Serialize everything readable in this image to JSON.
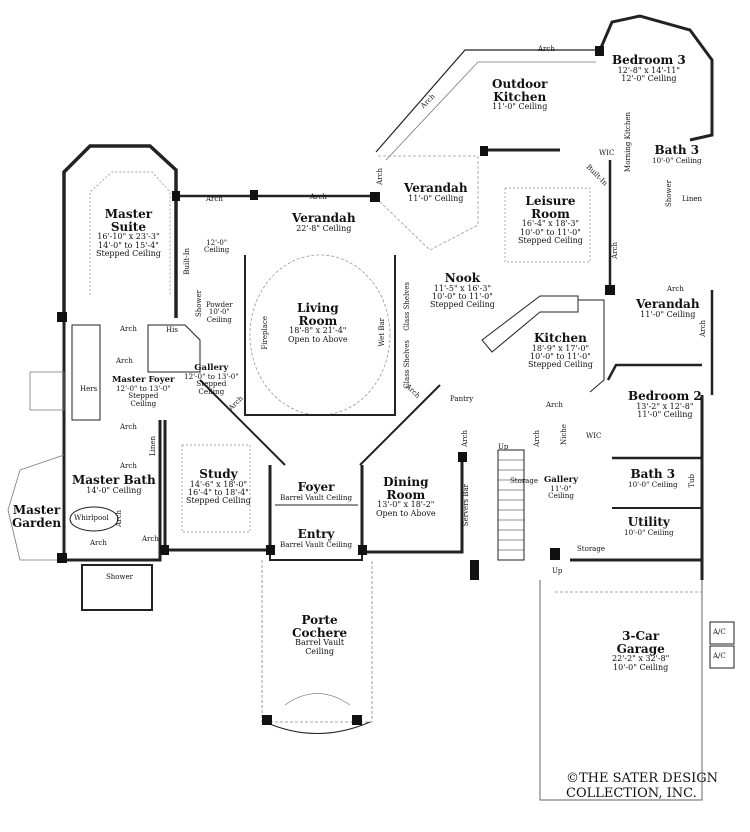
{
  "rooms": {
    "bedroom3": {
      "name": "Bedroom 3",
      "dims": "12'-8\" x 14'-11\"",
      "ceil": "12'-0\" Ceiling"
    },
    "outdoor_kitchen": {
      "name1": "Outdoor",
      "name2": "Kitchen",
      "ceil": "11'-0\" Ceiling"
    },
    "bath3_upper": {
      "name": "Bath 3",
      "ceil": "10'-0\" Ceiling"
    },
    "master_suite": {
      "name1": "Master",
      "name2": "Suite",
      "dims": "16'-10\" x 23'-3\"",
      "ceil1": "14'-0\" to 15'-4\"",
      "ceil2": "Stepped Ceiling"
    },
    "verandah_top": {
      "name": "Verandah",
      "ceil": "11'-0\" Ceiling"
    },
    "verandah_main": {
      "name": "Verandah",
      "ceil": "22'-8\" Ceiling"
    },
    "leisure_room": {
      "name1": "Leisure",
      "name2": "Room",
      "dims": "16'-4\" x 18'-3\"",
      "ceil1": "10'-0\" to 11'-0\"",
      "ceil2": "Stepped Ceiling"
    },
    "nook": {
      "name": "Nook",
      "dims": "11'-5\" x 16'-3\"",
      "ceil1": "10'-0\" to 11'-0\"",
      "ceil2": "Stepped Ceiling"
    },
    "living_room": {
      "name1": "Living",
      "name2": "Room",
      "dims": "18'-8\" x 21'-4\"",
      "ceil": "Open to Above"
    },
    "kitchen": {
      "name": "Kitchen",
      "dims": "18'-9\" x 17'-0\"",
      "ceil1": "10'-0\" to 11'-0\"",
      "ceil2": "Stepped Ceiling"
    },
    "verandah_right": {
      "name": "Verandah",
      "ceil": "11'-0\" Ceiling"
    },
    "bedroom2": {
      "name": "Bedroom 2",
      "dims": "13'-2\" x 12'-8\"",
      "ceil": "11'-0\" Ceiling"
    },
    "master_foyer": {
      "name": "Master Foyer",
      "ceil1": "12'-0\" to 13'-0\"",
      "ceil2": "Stepped",
      "ceil3": "Ceiling"
    },
    "gallery_left": {
      "name": "Gallery",
      "ceil1": "12'-0\" to 13'-0\"",
      "ceil2": "Stepped",
      "ceil3": "Ceiling"
    },
    "study": {
      "name": "Study",
      "dims1": "14'-6\" x 18'-0\"",
      "dims2": "16'-4\" to 18'-4\"",
      "ceil": "Stepped Ceiling"
    },
    "foyer": {
      "name": "Foyer",
      "ceil": "Barrel Vault Ceiling"
    },
    "entry": {
      "name": "Entry",
      "ceil": "Barrel Vault Ceiling"
    },
    "dining_room": {
      "name1": "Dining",
      "name2": "Room",
      "dims": "13'-0\" x 18'-2\"",
      "ceil": "Open to Above"
    },
    "master_bath": {
      "name": "Master Bath",
      "ceil": "14'-0\" Ceiling"
    },
    "master_garden": {
      "name1": "Master",
      "name2": "Garden"
    },
    "gallery_right": {
      "name": "Gallery",
      "ceil1": "11'-0\"",
      "ceil2": "Ceiling"
    },
    "bath3_lower": {
      "name": "Bath 3",
      "ceil": "10'-0\" Ceiling"
    },
    "utility": {
      "name": "Utility",
      "ceil": "10'-0\" Ceiling"
    },
    "porte_cochere": {
      "name1": "Porte",
      "name2": "Cochere",
      "ceil1": "Barrel Vault",
      "ceil2": "Ceiling"
    },
    "garage": {
      "name1": "3-Car",
      "name2": "Garage",
      "dims": "22'-2\" x 32'-8\"",
      "ceil": "10'-0\" Ceiling"
    },
    "closet_12": {
      "line1": "12'-0\"",
      "line2": "Ceiling"
    },
    "powder": {
      "line1": "Powder",
      "line2": "10'-0\"",
      "line3": "Ceiling"
    }
  },
  "small": {
    "arch": "Arch",
    "built_in": "Built-In",
    "shower": "Shower",
    "his": "His",
    "hers": "Hers",
    "linen": "Linen",
    "whirlpool": "Whirlpool",
    "fireplace": "Fireplace",
    "wet_bar": "Wet Bar",
    "glass_shelves": "Glass Shelves",
    "pantry": "Pantry",
    "wic": "WIC",
    "niche": "Niche",
    "storage": "Storage",
    "servers_bar": "Servers Bar",
    "up": "Up",
    "tub": "Tub",
    "ac": "A/C",
    "morning_kitchen": "Morning Kitchen"
  },
  "copyright": {
    "line1": "©THE SATER DESIGN",
    "line2": "COLLECTION, INC."
  }
}
